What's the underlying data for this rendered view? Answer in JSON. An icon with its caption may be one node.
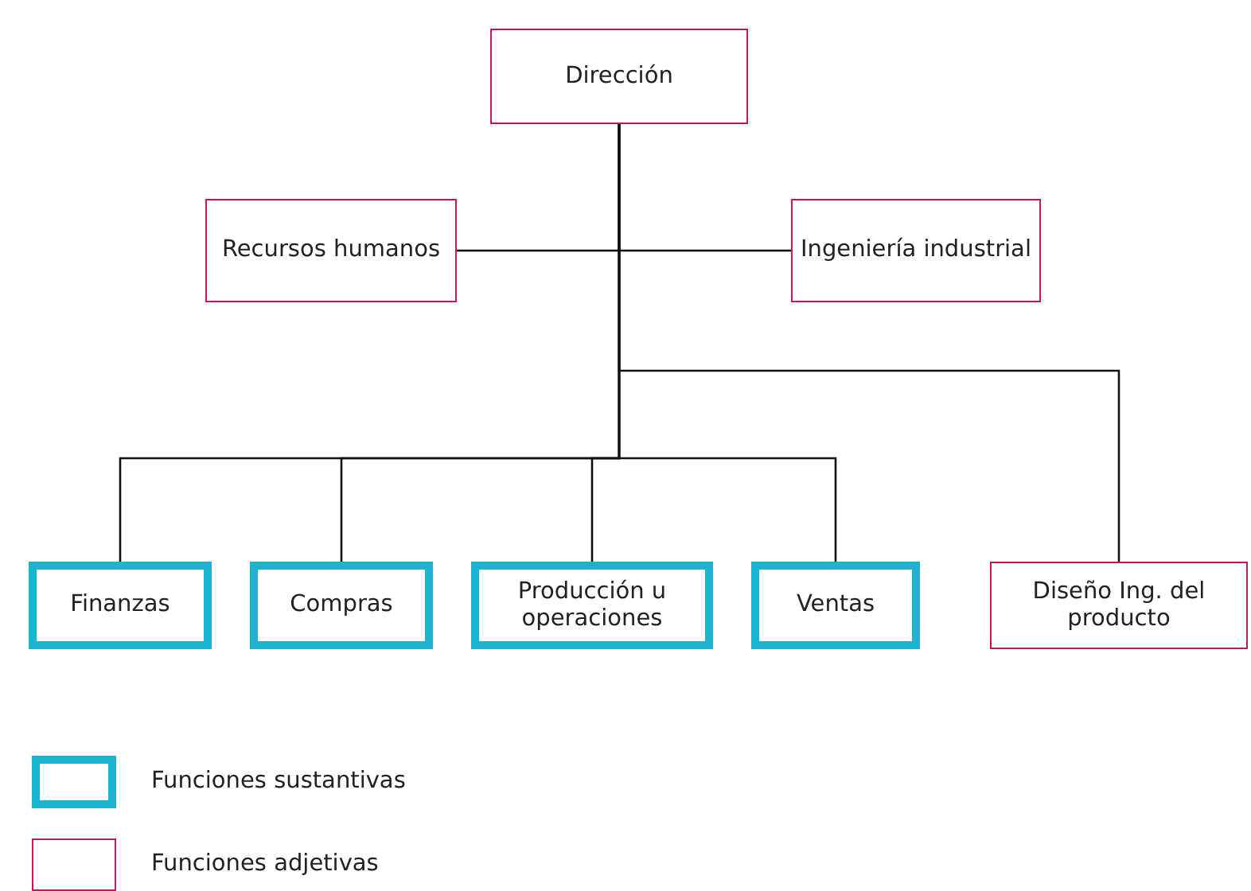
{
  "diagram": {
    "nodes": [
      {
        "text": [
          "Dirección"
        ]
      },
      {
        "text": [
          "Recursos humanos"
        ]
      },
      {
        "text": [
          "Ingeniería industrial"
        ]
      },
      {
        "text": [
          "Finanzas"
        ]
      },
      {
        "text": [
          "Compras"
        ]
      },
      {
        "text": [
          "Producción u operaciones"
        ]
      },
      {
        "text": [
          "Ventas"
        ]
      },
      {
        "text": [
          "Diseño Ing. del producto"
        ]
      }
    ],
    "edges": [
      {
        "from": 0,
        "to": 1,
        "arrow": "none"
      },
      {
        "from": 0,
        "to": 2,
        "arrow": "none"
      },
      {
        "from": 0,
        "to": 3,
        "arrow": "none"
      },
      {
        "from": 0,
        "to": 4,
        "arrow": "none"
      },
      {
        "from": 0,
        "to": 5,
        "arrow": "none"
      },
      {
        "from": 0,
        "to": 6,
        "arrow": "none"
      },
      {
        "from": 0,
        "to": 7,
        "arrow": "none"
      }
    ],
    "legend": [
      {
        "text": "Funciones sustantivas",
        "color": "#1bb3cf"
      },
      {
        "text": "Funciones adjetivas",
        "color": "#c2185b"
      }
    ]
  }
}
